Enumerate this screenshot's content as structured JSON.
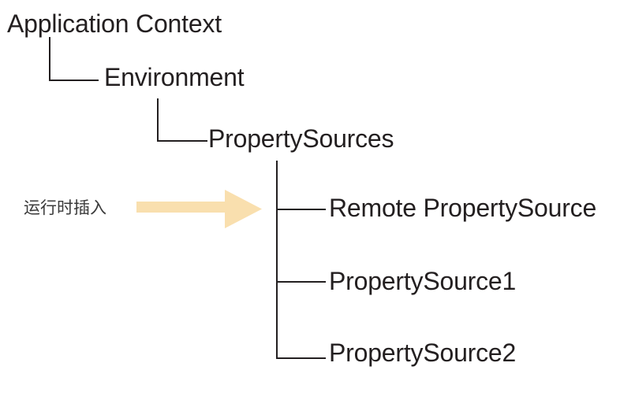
{
  "diagram": {
    "type": "tree",
    "background_color": "#ffffff",
    "line_color": "#231f20",
    "line_width": 2,
    "text_color": "#231f20",
    "annotation_color": "#3a3a3a",
    "arrow_color": "#f9dfae",
    "nodes": [
      {
        "id": "application-context",
        "label": "Application Context",
        "level": 0
      },
      {
        "id": "environment",
        "label": "Environment",
        "level": 1
      },
      {
        "id": "propertysources",
        "label": "PropertySources",
        "level": 2
      },
      {
        "id": "remote-propertysource",
        "label": "Remote PropertySource",
        "level": 3
      },
      {
        "id": "propertysource1",
        "label": "PropertySource1",
        "level": 3
      },
      {
        "id": "propertysource2",
        "label": "PropertySource2",
        "level": 3
      }
    ],
    "annotation": {
      "label": "运行时插入",
      "arrow": "right-arrow",
      "points_to": "remote-propertysource"
    }
  }
}
